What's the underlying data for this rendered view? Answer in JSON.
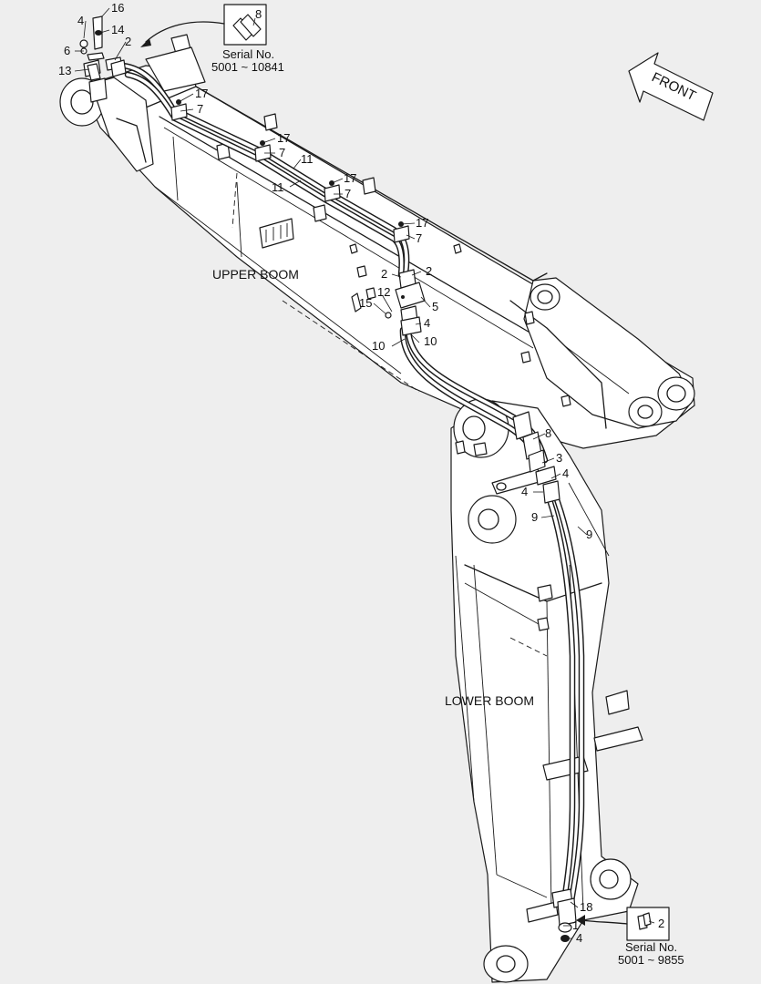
{
  "diagram": {
    "colors": {
      "line": "#1a1a1a",
      "fill": "#ffffff",
      "background": "#eeeeee"
    },
    "direction": "FRONT",
    "sections": {
      "upper": "UPPER BOOM",
      "lower": "LOWER BOOM"
    },
    "insets": {
      "top": {
        "part": "8",
        "serial_label": "Serial No.",
        "serial_range": "5001 ~ 10841"
      },
      "bottom": {
        "part": "2",
        "serial_label": "Serial No.",
        "serial_range": "5001 ~ 9855"
      }
    },
    "callouts": {
      "c16": "16",
      "c4a": "4",
      "c14": "14",
      "c6": "6",
      "c2a": "2",
      "c13": "13",
      "c17a": "17",
      "c7a": "7",
      "c17b": "17",
      "c7b": "7",
      "c11a": "11",
      "c11b": "11",
      "c17c": "17",
      "c7c": "7",
      "c17d": "17",
      "c7d": "7",
      "c2b": "2",
      "c2c": "2",
      "c12": "12",
      "c15": "15",
      "c5": "5",
      "c4b": "4",
      "c10a": "10",
      "c10b": "10",
      "c8": "8",
      "c3": "3",
      "c4c": "4",
      "c4d": "4",
      "c9a": "9",
      "c9b": "9",
      "c18": "18",
      "c1": "1",
      "c4e": "4"
    }
  }
}
